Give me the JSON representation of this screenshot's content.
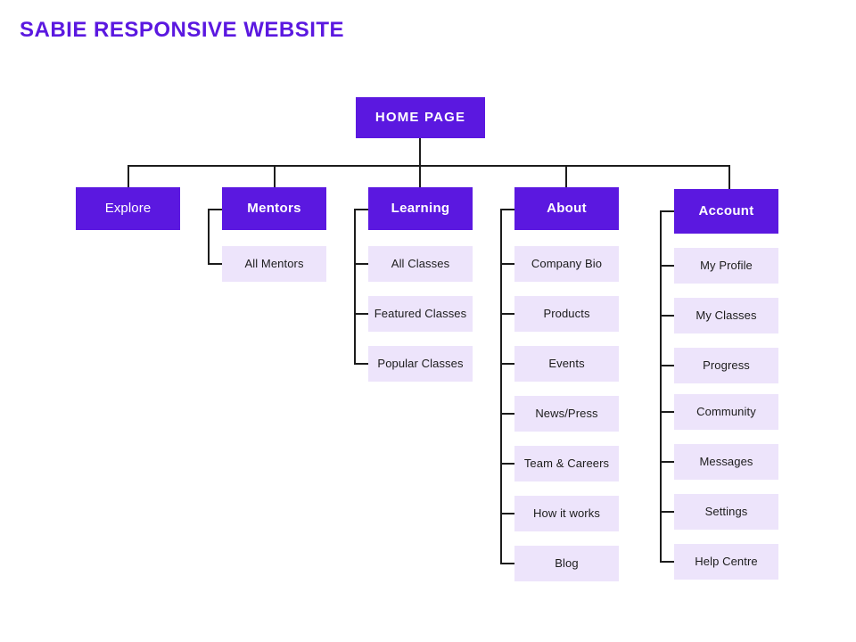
{
  "page": {
    "title": "SABIE RESPONSIVE WEBSITE",
    "background": "#ffffff",
    "accent_color": "#5B18E0",
    "node_fill_level2": "#5B18E0",
    "node_fill_level3": "#EDE4FB",
    "connector_color": "#1c1c1c",
    "title_color": "#5B18E0"
  },
  "diagram": {
    "type": "sitemap-tree",
    "root": {
      "label": "HOME PAGE"
    },
    "branches": [
      {
        "label": "Explore",
        "emphasis": "regular",
        "children": []
      },
      {
        "label": "Mentors",
        "emphasis": "bold",
        "children": [
          {
            "label": "All Mentors"
          }
        ]
      },
      {
        "label": "Learning",
        "emphasis": "bold",
        "children": [
          {
            "label": "All Classes"
          },
          {
            "label": "Featured Classes"
          },
          {
            "label": "Popular Classes"
          }
        ]
      },
      {
        "label": "About",
        "emphasis": "bold",
        "children": [
          {
            "label": "Company Bio"
          },
          {
            "label": "Products"
          },
          {
            "label": "Events"
          },
          {
            "label": "News/Press"
          },
          {
            "label": "Team & Careers"
          },
          {
            "label": "How it works"
          },
          {
            "label": "Blog"
          }
        ]
      },
      {
        "label": "Account",
        "emphasis": "bold",
        "children": [
          {
            "label": "My Profile"
          },
          {
            "label": "My Classes"
          },
          {
            "label": "Progress"
          },
          {
            "label": "Community"
          },
          {
            "label": "Messages"
          },
          {
            "label": "Settings"
          },
          {
            "label": "Help Centre"
          }
        ]
      }
    ]
  }
}
